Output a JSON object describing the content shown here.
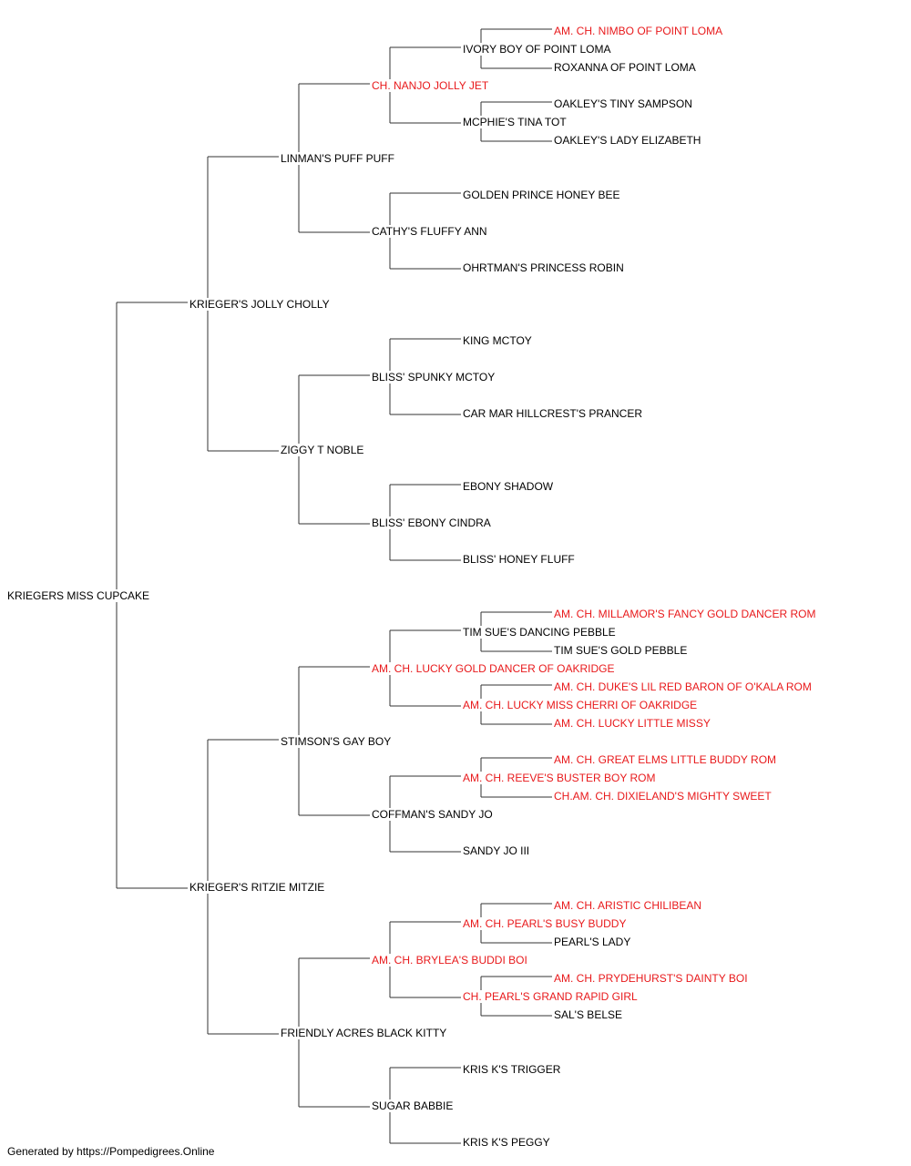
{
  "colors": {
    "champion": "#e8191b",
    "regular": "#000000",
    "connector": "#333333"
  },
  "pedigree": {
    "name": "KRIEGERS MISS CUPCAKE",
    "champion": false,
    "sire": {
      "name": "KRIEGER'S JOLLY CHOLLY",
      "champion": false,
      "sire": {
        "name": "LINMAN'S PUFF PUFF",
        "champion": false,
        "sire": {
          "name": "CH. NANJO JOLLY JET",
          "champion": true,
          "sire": {
            "name": "IVORY BOY OF POINT LOMA",
            "champion": false,
            "sire": {
              "name": "AM. CH. NIMBO OF POINT LOMA",
              "champion": true
            },
            "dam": {
              "name": "ROXANNA OF POINT LOMA",
              "champion": false
            }
          },
          "dam": {
            "name": "MCPHIE'S TINA TOT",
            "champion": false,
            "sire": {
              "name": "OAKLEY'S TINY SAMPSON",
              "champion": false
            },
            "dam": {
              "name": "OAKLEY'S LADY ELIZABETH",
              "champion": false
            }
          }
        },
        "dam": {
          "name": "CATHY'S FLUFFY ANN",
          "champion": false,
          "sire": {
            "name": "GOLDEN PRINCE HONEY BEE",
            "champion": false
          },
          "dam": {
            "name": "OHRTMAN'S PRINCESS ROBIN",
            "champion": false
          }
        }
      },
      "dam": {
        "name": "ZIGGY T NOBLE",
        "champion": false,
        "sire": {
          "name": "BLISS' SPUNKY MCTOY",
          "champion": false,
          "sire": {
            "name": "KING MCTOY",
            "champion": false
          },
          "dam": {
            "name": "CAR MAR HILLCREST'S PRANCER",
            "champion": false
          }
        },
        "dam": {
          "name": "BLISS' EBONY CINDRA",
          "champion": false,
          "sire": {
            "name": "EBONY SHADOW",
            "champion": false
          },
          "dam": {
            "name": "BLISS' HONEY FLUFF",
            "champion": false
          }
        }
      }
    },
    "dam": {
      "name": "KRIEGER'S RITZIE MITZIE",
      "champion": false,
      "sire": {
        "name": "STIMSON'S GAY BOY",
        "champion": false,
        "sire": {
          "name": "AM. CH. LUCKY GOLD DANCER OF OAKRIDGE",
          "champion": true,
          "sire": {
            "name": "TIM SUE'S DANCING PEBBLE",
            "champion": false,
            "sire": {
              "name": "AM. CH. MILLAMOR'S FANCY GOLD DANCER ROM",
              "champion": true
            },
            "dam": {
              "name": "TIM SUE'S GOLD PEBBLE",
              "champion": false
            }
          },
          "dam": {
            "name": "AM. CH. LUCKY MISS CHERRI OF OAKRIDGE",
            "champion": true,
            "sire": {
              "name": "AM. CH. DUKE'S LIL RED BARON OF O'KALA ROM",
              "champion": true
            },
            "dam": {
              "name": "AM. CH. LUCKY LITTLE MISSY",
              "champion": true
            }
          }
        },
        "dam": {
          "name": "COFFMAN'S SANDY JO",
          "champion": false,
          "sire": {
            "name": "AM. CH. REEVE'S BUSTER BOY ROM",
            "champion": true,
            "sire": {
              "name": "AM. CH. GREAT ELMS LITTLE BUDDY ROM",
              "champion": true
            },
            "dam": {
              "name": "CH.AM. CH. DIXIELAND'S MIGHTY SWEET",
              "champion": true
            }
          },
          "dam": {
            "name": "SANDY JO III",
            "champion": false
          }
        }
      },
      "dam": {
        "name": "FRIENDLY ACRES BLACK KITTY",
        "champion": false,
        "sire": {
          "name": "AM. CH. BRYLEA'S BUDDI BOI",
          "champion": true,
          "sire": {
            "name": "AM. CH. PEARL'S BUSY BUDDY",
            "champion": true,
            "sire": {
              "name": "AM. CH. ARISTIC CHILIBEAN",
              "champion": true
            },
            "dam": {
              "name": "PEARL'S LADY",
              "champion": false
            }
          },
          "dam": {
            "name": "CH. PEARL'S GRAND RAPID GIRL",
            "champion": true,
            "sire": {
              "name": "AM. CH. PRYDEHURST'S DAINTY BOI",
              "champion": true
            },
            "dam": {
              "name": "SAL'S BELSE",
              "champion": false
            }
          }
        },
        "dam": {
          "name": "SUGAR BABBIE",
          "champion": false,
          "sire": {
            "name": "KRIS K'S TRIGGER",
            "champion": false
          },
          "dam": {
            "name": "KRIS K'S PEGGY",
            "champion": false
          }
        }
      }
    }
  },
  "footer": {
    "text": "Generated by https://Pompedigrees.Online"
  }
}
